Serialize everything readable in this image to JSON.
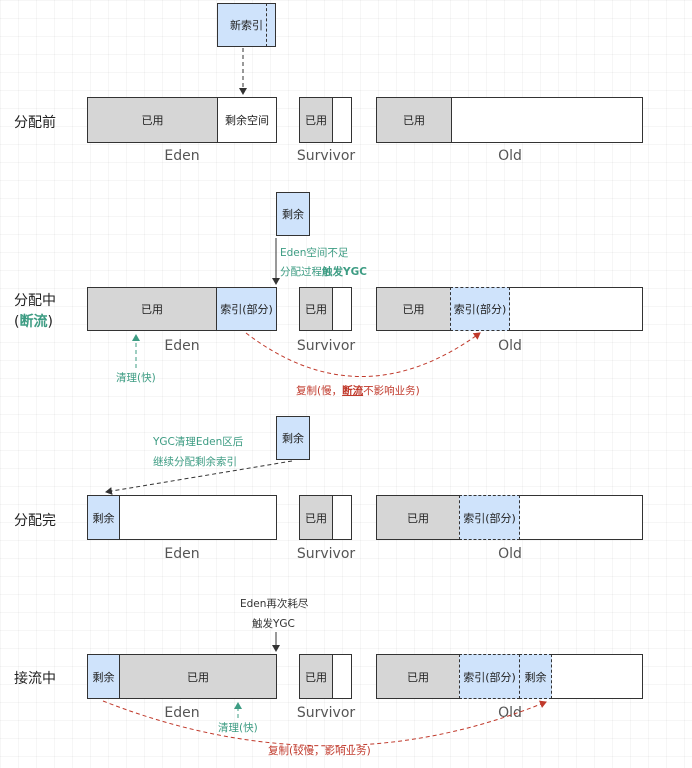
{
  "rows": {
    "before": "分配前",
    "during": "分配中",
    "during_paren_open": "(",
    "during_highlight": "断流",
    "during_paren_close": ")",
    "done": "分配完",
    "reflow": "接流中"
  },
  "captions": {
    "eden": "Eden",
    "survivor": "Survivor",
    "old": "Old"
  },
  "blocks": {
    "new_index": "新索引",
    "used": "已用",
    "eden_free": "剩余空间",
    "remain": "剩余",
    "index_part": "索引(部分)"
  },
  "notes": {
    "eden_insufficient": "Eden空间不足",
    "alloc_trigger_prefix": "分配过程",
    "alloc_trigger_bold": "触发YGC",
    "clean_fast": "清理(快)",
    "copy_slow_prefix": "复制(慢，",
    "copy_slow_bold": "断流",
    "copy_slow_suffix": "不影响业务)",
    "ygc_clean": "YGC清理Eden区后",
    "continue_alloc": "继续分配剩余索引",
    "eden_exhausted": "Eden再次耗尽",
    "trigger_ygc": "触发YGC",
    "clean_fast2": "清理(快)",
    "copy_slower": "复制(较慢，影响业务)"
  },
  "colors": {
    "used_gray": "#d6d6d6",
    "index_blue": "#cfe3fb",
    "note_green": "#3d9c83",
    "note_red": "#c0392b",
    "arrow_dark": "#333333"
  }
}
